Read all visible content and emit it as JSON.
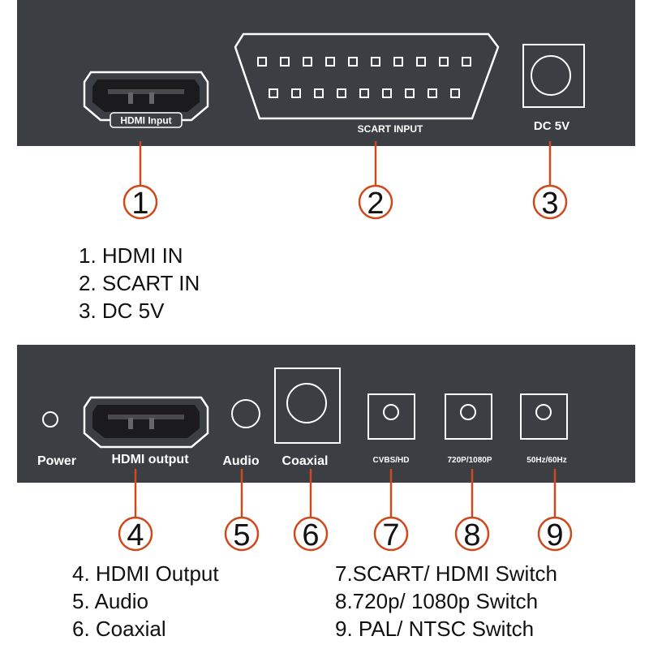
{
  "colors": {
    "panel": "#3b3e43",
    "callout": "#cc4a1c",
    "port": "#ffffff"
  },
  "top_panel": {
    "hdmi_label": "HDMI Input",
    "scart_label": "SCART INPUT",
    "dc_label": "DC 5V"
  },
  "bottom_panel": {
    "power_label": "Power",
    "hdmi_label": "HDMI output",
    "audio_label": "Audio",
    "coaxial_label": "Coaxial",
    "cvbs_label": "CVBS/HD",
    "res_label": "720P/1080P",
    "hz_label": "50Hz/60Hz"
  },
  "callouts": [
    "1",
    "2",
    "3",
    "4",
    "5",
    "6",
    "7",
    "8",
    "9"
  ],
  "legend_top": [
    "1. HDMI IN",
    "2. SCART IN",
    "3. DC 5V"
  ],
  "legend_bottom_left": [
    "4. HDMI Output",
    "5. Audio",
    "6. Coaxial"
  ],
  "legend_bottom_right": [
    "7.SCART/ HDMI Switch",
    "8.720p/ 1080p Switch",
    "9. PAL/ NTSC Switch"
  ]
}
